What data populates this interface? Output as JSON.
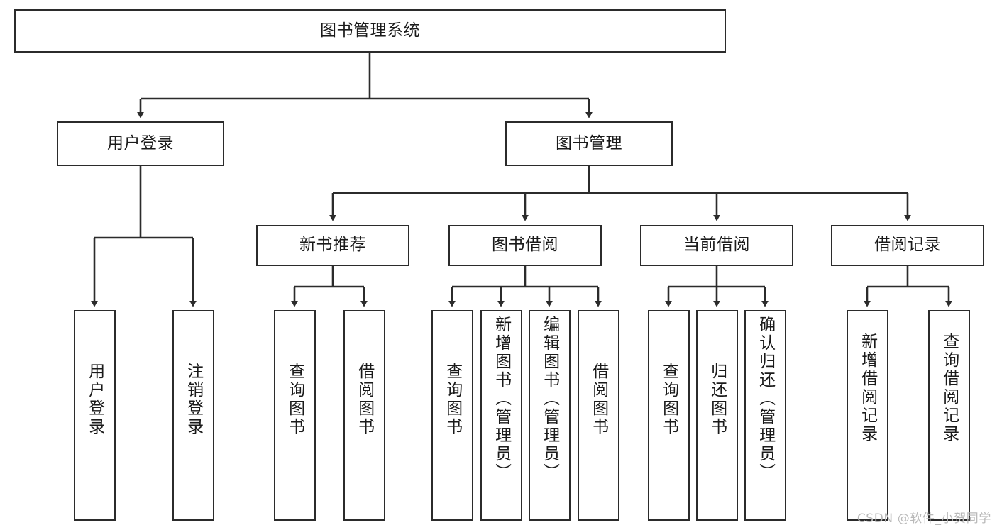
{
  "diagram": {
    "type": "tree",
    "title": "图书管理系统",
    "stroke_color": "#2b2b2b",
    "fill_color": "#ffffff",
    "text_color": "#1a1a1a",
    "root": {
      "id": "root",
      "label": "图书管理系统"
    },
    "tier2": [
      {
        "id": "user-login",
        "label": "用户登录"
      },
      {
        "id": "book-manage",
        "label": "图书管理"
      }
    ],
    "tier3": [
      {
        "id": "new-book-rec",
        "label": "新书推荐",
        "parent": "book-manage"
      },
      {
        "id": "book-borrow",
        "label": "图书借阅",
        "parent": "book-manage"
      },
      {
        "id": "current-borrow",
        "label": "当前借阅",
        "parent": "book-manage"
      },
      {
        "id": "borrow-record",
        "label": "借阅记录",
        "parent": "book-manage"
      }
    ],
    "leaves": [
      {
        "id": "leaf-user-login",
        "label": "用户登录",
        "parent": "user-login"
      },
      {
        "id": "leaf-logout",
        "label": "注销登录",
        "parent": "user-login"
      },
      {
        "id": "leaf-query-book-1",
        "label": "查询图书",
        "parent": "new-book-rec"
      },
      {
        "id": "leaf-borrow-book-1",
        "label": "借阅图书",
        "parent": "new-book-rec"
      },
      {
        "id": "leaf-query-book-2",
        "label": "查询图书",
        "parent": "book-borrow"
      },
      {
        "id": "leaf-add-book",
        "label": "新增图书（管理员）",
        "parent": "book-borrow"
      },
      {
        "id": "leaf-edit-book",
        "label": "编辑图书（管理员）",
        "parent": "book-borrow"
      },
      {
        "id": "leaf-borrow-book-2",
        "label": "借阅图书",
        "parent": "book-borrow"
      },
      {
        "id": "leaf-query-book-3",
        "label": "查询图书",
        "parent": "current-borrow"
      },
      {
        "id": "leaf-return-book",
        "label": "归还图书",
        "parent": "current-borrow"
      },
      {
        "id": "leaf-confirm-return",
        "label": "确认归还（管理员）",
        "parent": "current-borrow"
      },
      {
        "id": "leaf-add-record",
        "label": "新增借阅记录",
        "parent": "borrow-record"
      },
      {
        "id": "leaf-query-record",
        "label": "查询借阅记录",
        "parent": "borrow-record"
      }
    ]
  },
  "watermark": {
    "text": "CSDN @软件_小贺同学"
  }
}
